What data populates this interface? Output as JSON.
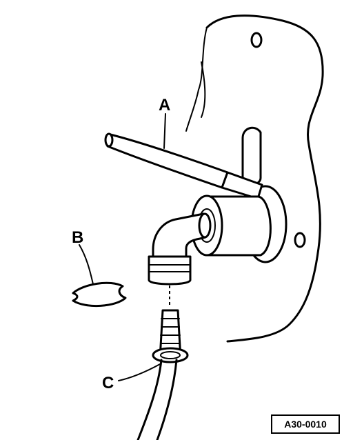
{
  "callouts": {
    "a": "A",
    "b": "B",
    "c": "C"
  },
  "reference_code": "A30-0010",
  "colors": {
    "ink": "#000000",
    "paper": "#ffffff"
  }
}
